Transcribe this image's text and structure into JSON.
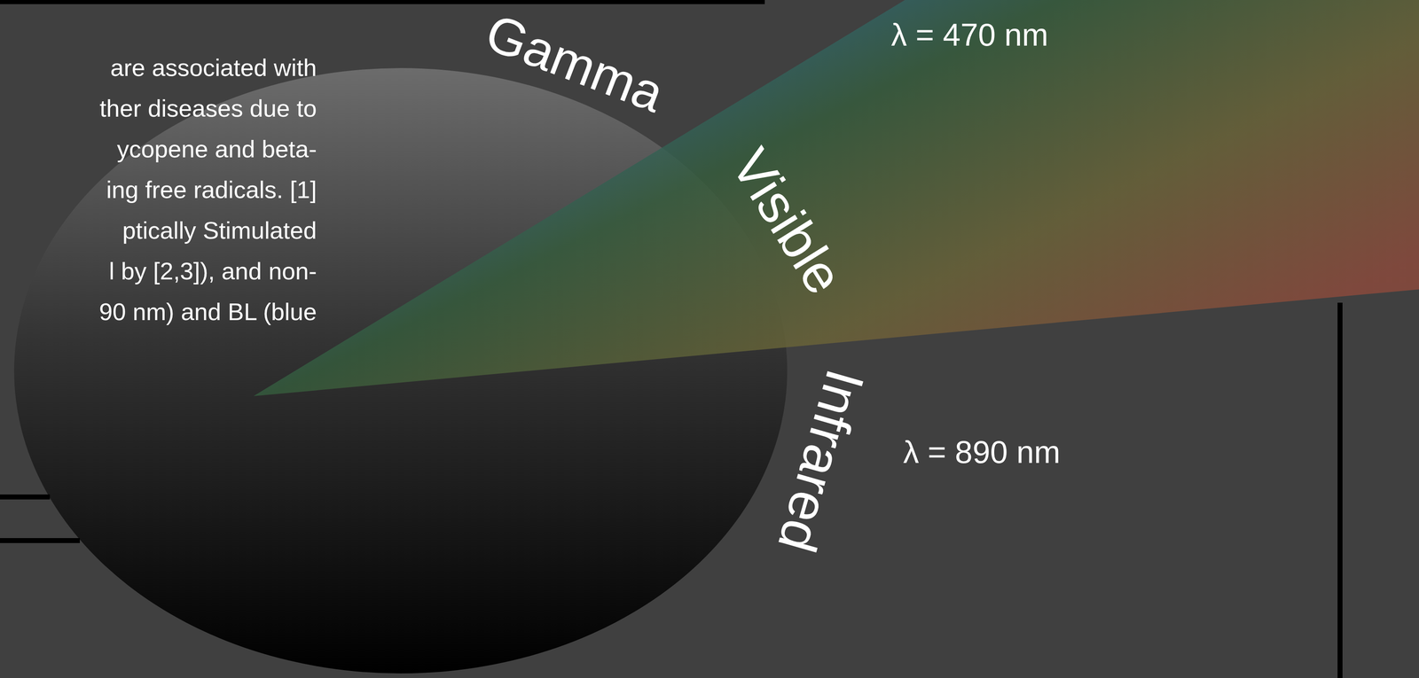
{
  "diagram": {
    "labels": [
      "are associated with",
      "ther diseases due to",
      "ycopene and beta-",
      "ing free radicals. [1]",
      "ptically Stimulated",
      "l by [2,3]), and non-",
      "90 nm) and BL (blue",
      "Gamma",
      "Visible",
      "Infrared",
      "λ = 470 nm",
      "λ = 890 nm"
    ]
  }
}
